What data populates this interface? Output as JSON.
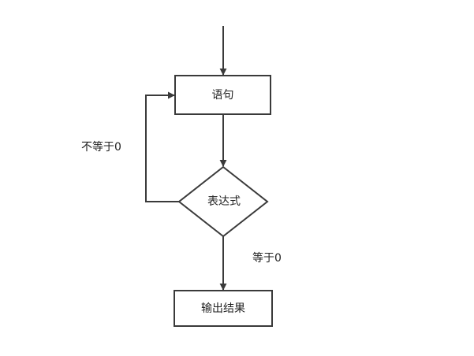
{
  "diagram": {
    "type": "flowchart",
    "colors": {
      "stroke": "#3a3a3a",
      "text": "#222222",
      "background": "#ffffff"
    },
    "nodes": {
      "statement": {
        "shape": "rectangle",
        "label": "语句"
      },
      "expression": {
        "shape": "diamond",
        "label": "表达式"
      },
      "output": {
        "shape": "rectangle",
        "label": "输出结果"
      }
    },
    "edges": {
      "entry": {
        "from": "",
        "to": "statement",
        "label": ""
      },
      "statement_to_expression": {
        "from": "statement",
        "to": "expression",
        "label": ""
      },
      "loop_back": {
        "from": "expression",
        "to": "statement",
        "label": "不等于0"
      },
      "exit": {
        "from": "expression",
        "to": "output",
        "label": "等于0"
      }
    }
  }
}
